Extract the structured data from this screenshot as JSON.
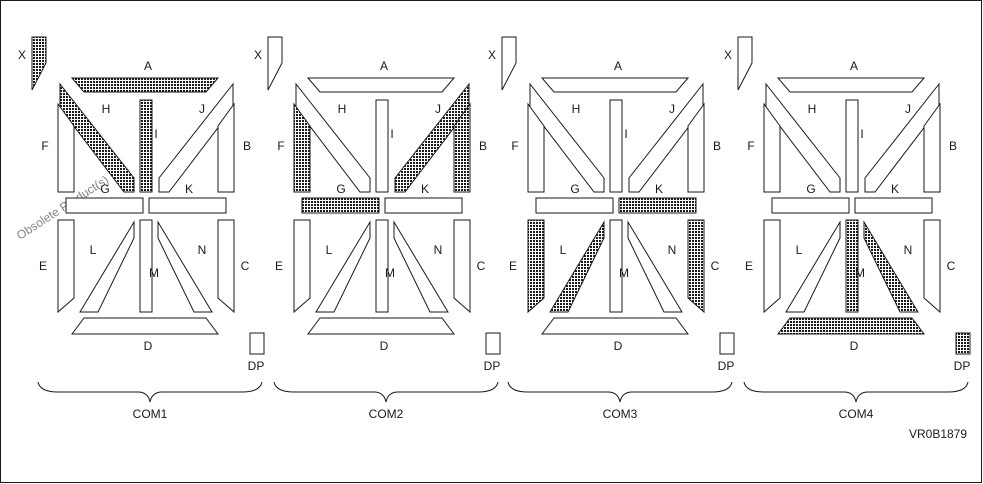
{
  "watermark": "Obsolete Product(s)",
  "figure_code": "VR0B1879",
  "colors": {
    "line": "#1a1a1a",
    "off": "#ffffff",
    "on": "url(#hatch)",
    "watermark": "#c8c8c8"
  },
  "segment_labels": [
    "A",
    "B",
    "C",
    "D",
    "E",
    "F",
    "G",
    "H",
    "I",
    "J",
    "K",
    "L",
    "M",
    "N",
    "DP",
    "X"
  ],
  "digits": [
    {
      "com": "COM1",
      "lit": [
        "X",
        "A",
        "H",
        "I"
      ]
    },
    {
      "com": "COM2",
      "lit": [
        "F",
        "G",
        "J",
        "B"
      ]
    },
    {
      "com": "COM3",
      "lit": [
        "E",
        "L",
        "K",
        "C"
      ]
    },
    {
      "com": "COM4",
      "lit": [
        "M",
        "N",
        "D",
        "DP"
      ]
    }
  ]
}
